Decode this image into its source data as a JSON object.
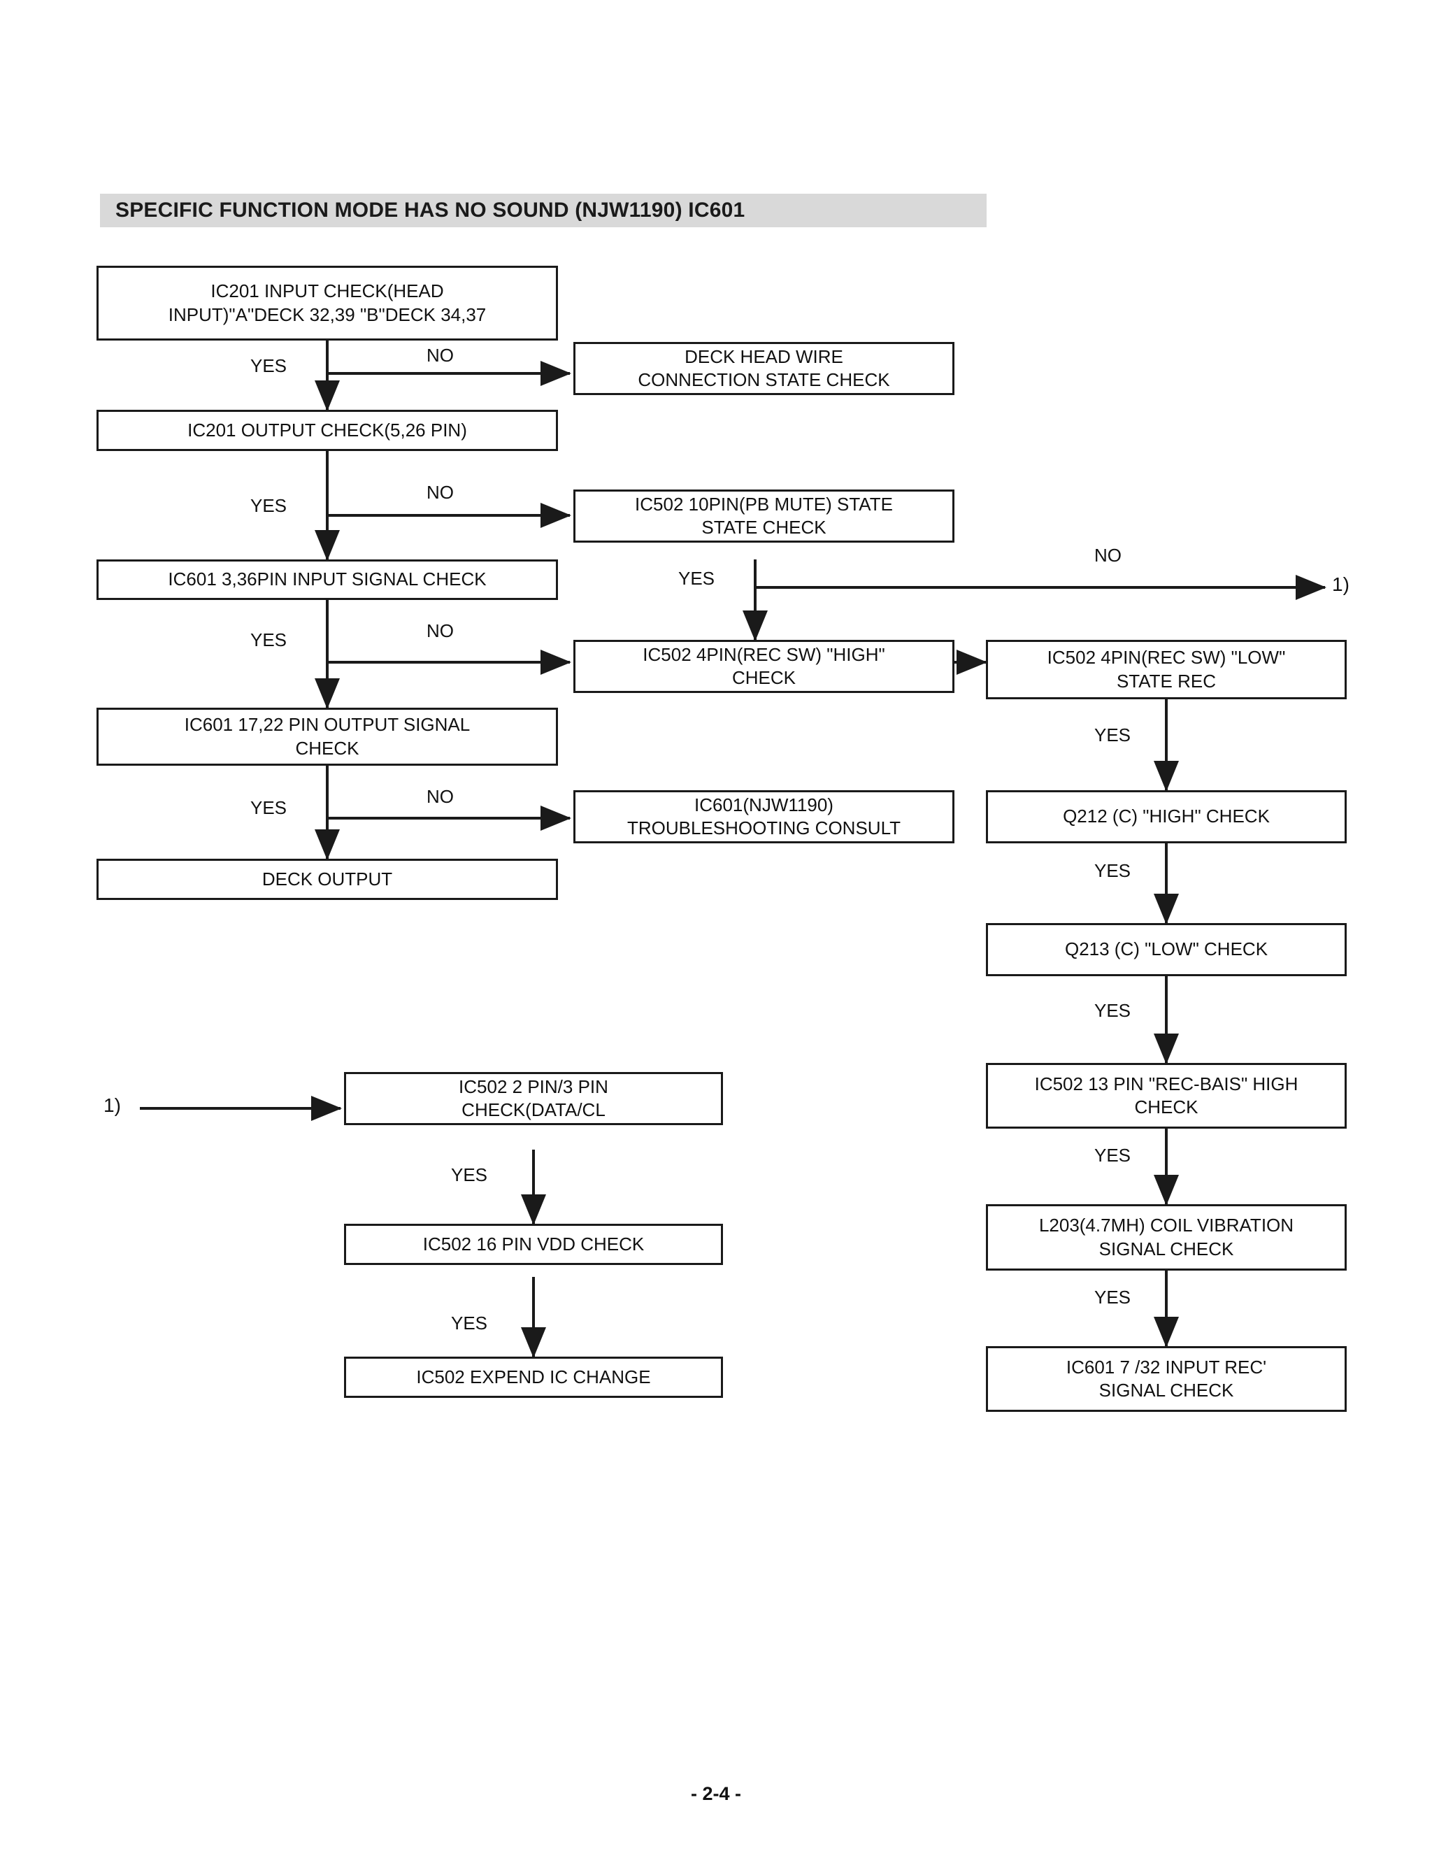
{
  "page": {
    "title": "SPECIFIC FUNCTION MODE HAS NO SOUND (NJW1190) IC601",
    "footer": "- 2-4 -",
    "banner_color": "#d9d9d9",
    "line_color": "#1a1a1a"
  },
  "nodes": {
    "ic201_input_check": "IC201 INPUT CHECK(HEAD\nINPUT)\"A\"DECK 32,39 \"B\"DECK 34,37",
    "deck_head_wire": "DECK HEAD WIRE\nCONNECTION STATE CHECK",
    "ic201_output_check": "IC201 OUTPUT CHECK(5,26 PIN)",
    "ic502_10pin": "IC502 10PIN(PB MUTE) STATE\nSTATE CHECK",
    "ic601_3_36pin": "IC601 3,36PIN INPUT SIGNAL CHECK",
    "ic502_4pin_high": "IC502 4PIN(REC SW) \"HIGH\"\nCHECK",
    "ic502_4pin_low": "IC502 4PIN(REC SW) \"LOW\"\nSTATE REC",
    "ic601_17_22pin": "IC601 17,22 PIN OUTPUT SIGNAL\nCHECK",
    "ic601_troubleshooting": "IC601(NJW1190)\nTROUBLESHOOTING CONSULT",
    "deck_output": "DECK OUTPUT",
    "q212_high": "Q212 (C) \"HIGH\" CHECK",
    "q213_low": "Q213 (C) \"LOW\" CHECK",
    "ic502_13pin": "IC502 13 PIN \"REC-BAIS\" HIGH\nCHECK",
    "l203_coil": "L203(4.7MH) COIL VIBRATION\nSIGNAL CHECK",
    "ic601_7_32": "IC601 7 /32 INPUT REC'\nSIGNAL CHECK",
    "ic502_2pin_3pin": "IC502 2 PIN/3 PIN\nCHECK(DATA/CL",
    "ic502_16pin_vdd": "IC502 16 PIN VDD CHECK",
    "ic502_expend": "IC502 EXPEND IC CHANGE"
  },
  "edge_labels": {
    "yes_1": "YES",
    "no_1": "NO",
    "yes_2": "YES",
    "no_2": "NO",
    "yes_3": "YES",
    "no_3": "NO",
    "yes_4": "YES",
    "no_4": "NO",
    "yes_mute": "YES",
    "no_mute": "NO",
    "yes_low_rec": "YES",
    "yes_q212": "YES",
    "yes_q213": "YES",
    "yes_13pin": "YES",
    "yes_coil": "YES",
    "yes_data": "YES",
    "yes_vdd": "YES"
  },
  "connector_refs": {
    "ref_out": "1)",
    "ref_in": "1)"
  }
}
